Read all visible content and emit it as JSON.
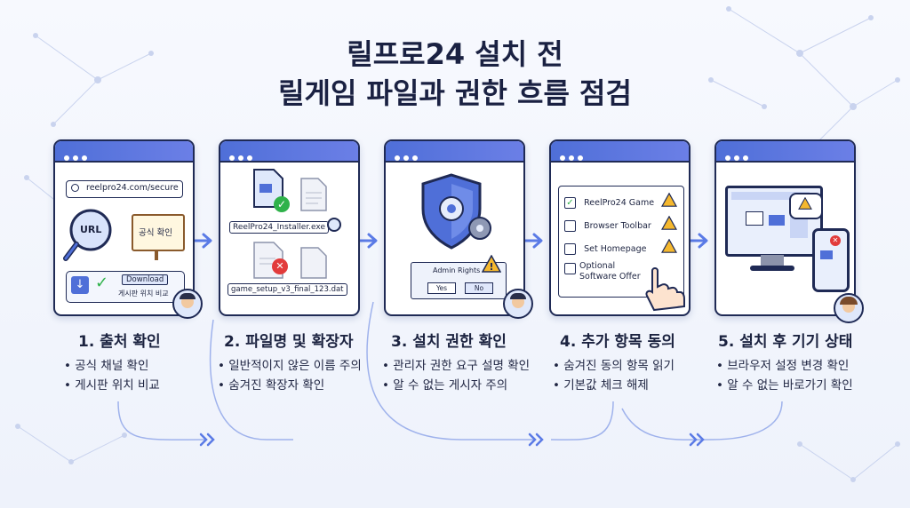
{
  "title": {
    "line1": "릴프로24 설치 전",
    "line2": "릴게임 파일과 권한 흐름 점검"
  },
  "steps": [
    {
      "title": "1. 출처 확인",
      "bullets": [
        "공식 채널 확인",
        "게시판 위치 비교"
      ],
      "url_bar": "reelpro24.com/secure",
      "magnifier_label": "URL",
      "sign_label": "공식 확인",
      "download_label": "Download",
      "compare_label": "게시판 위치 비교"
    },
    {
      "title": "2. 파일명 및 확장자",
      "bullets": [
        "일반적이지 않은 이름 주의",
        "숨겨진 확장자 확인"
      ],
      "good_file": "ReelPro24_Installer.exe",
      "bad_file": "game_setup_v3_final_123.dat"
    },
    {
      "title": "3. 설치 권한 확인",
      "bullets": [
        "관리자 권한 요구 설명 확인",
        "알 수 없는 게시자 주의"
      ],
      "dialog_title": "Admin Rights",
      "yes_label": "Yes",
      "no_label": "No"
    },
    {
      "title": "4. 추가 항목 동의",
      "bullets": [
        "숨겨진 동의 항목 읽기",
        "기본값 체크 해제"
      ],
      "options": [
        "ReelPro24 Game",
        "Browser Toolbar",
        "Set Homepage",
        "Optional Software Offer"
      ]
    },
    {
      "title": "5. 설치 후 기기 상태",
      "bullets": [
        "브라우저 설정 변경 확인",
        "알 수 없는 바로가기 확인"
      ]
    }
  ],
  "colors": {
    "accent": "#4f6fd8",
    "navy": "#1f2a55",
    "success": "#2fb24a",
    "danger": "#e23b3b",
    "warning": "#f5b82e",
    "arrow": "#5b7be6"
  }
}
